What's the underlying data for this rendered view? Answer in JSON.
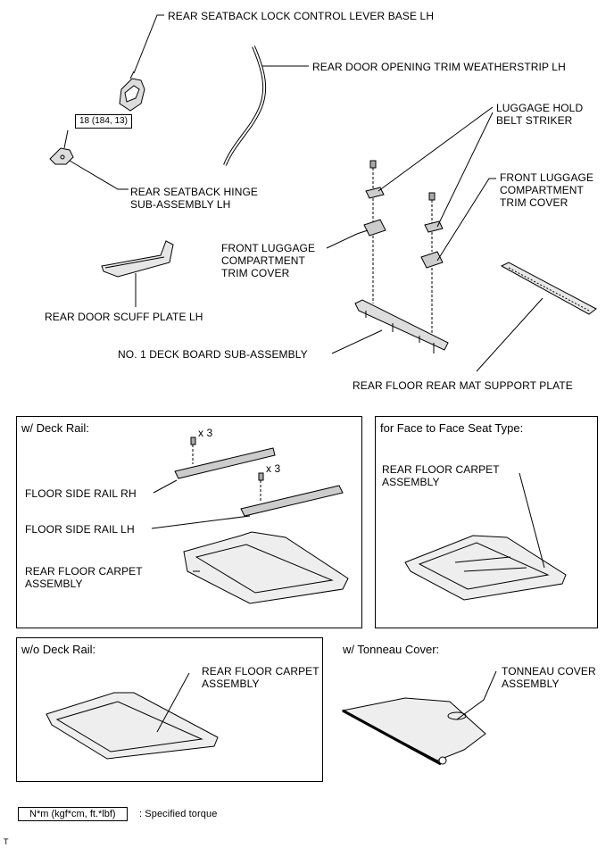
{
  "labels": {
    "lever_base": "REAR SEATBACK LOCK CONTROL LEVER BASE LH",
    "weatherstrip": "REAR DOOR OPENING TRIM WEATHERSTRIP LH",
    "luggage_hold_1": "LUGGAGE HOLD",
    "luggage_hold_2": "BELT STRIKER",
    "front_trim_r_1": "FRONT LUGGAGE",
    "front_trim_r_2": "COMPARTMENT",
    "front_trim_r_3": "TRIM COVER",
    "hinge_1": "REAR SEATBACK HINGE",
    "hinge_2": "SUB-ASSEMBLY LH",
    "front_trim_l_1": "FRONT LUGGAGE",
    "front_trim_l_2": "COMPARTMENT",
    "front_trim_l_3": "TRIM COVER",
    "scuff_plate": "REAR DOOR SCUFF PLATE LH",
    "deck_board": "NO. 1 DECK BOARD SUB-ASSEMBLY",
    "mat_support": "REAR FLOOR REAR MAT SUPPORT PLATE",
    "torque_value": "18 (184, 13)"
  },
  "boxes": {
    "deck_rail": {
      "title": "w/ Deck Rail:",
      "qty_rh": "x 3",
      "qty_lh": "x 3",
      "rail_rh": "FLOOR SIDE RAIL RH",
      "rail_lh": "FLOOR SIDE RAIL LH",
      "carpet_1": "REAR FLOOR CARPET",
      "carpet_2": "ASSEMBLY"
    },
    "face_to_face": {
      "title": "for Face to Face Seat Type:",
      "carpet_1": "REAR FLOOR CARPET",
      "carpet_2": "ASSEMBLY"
    },
    "no_deck_rail": {
      "title": "w/o Deck Rail:",
      "carpet_1": "REAR FLOOR CARPET",
      "carpet_2": "ASSEMBLY"
    },
    "tonneau": {
      "title": "w/ Tonneau Cover:",
      "cover_1": "TONNEAU COVER",
      "cover_2": "ASSEMBLY"
    }
  },
  "legend": {
    "unit_box": "N*m (kgf*cm, ft.*lbf)",
    "unit_desc": ": Specified torque"
  },
  "footer_mark": "T"
}
